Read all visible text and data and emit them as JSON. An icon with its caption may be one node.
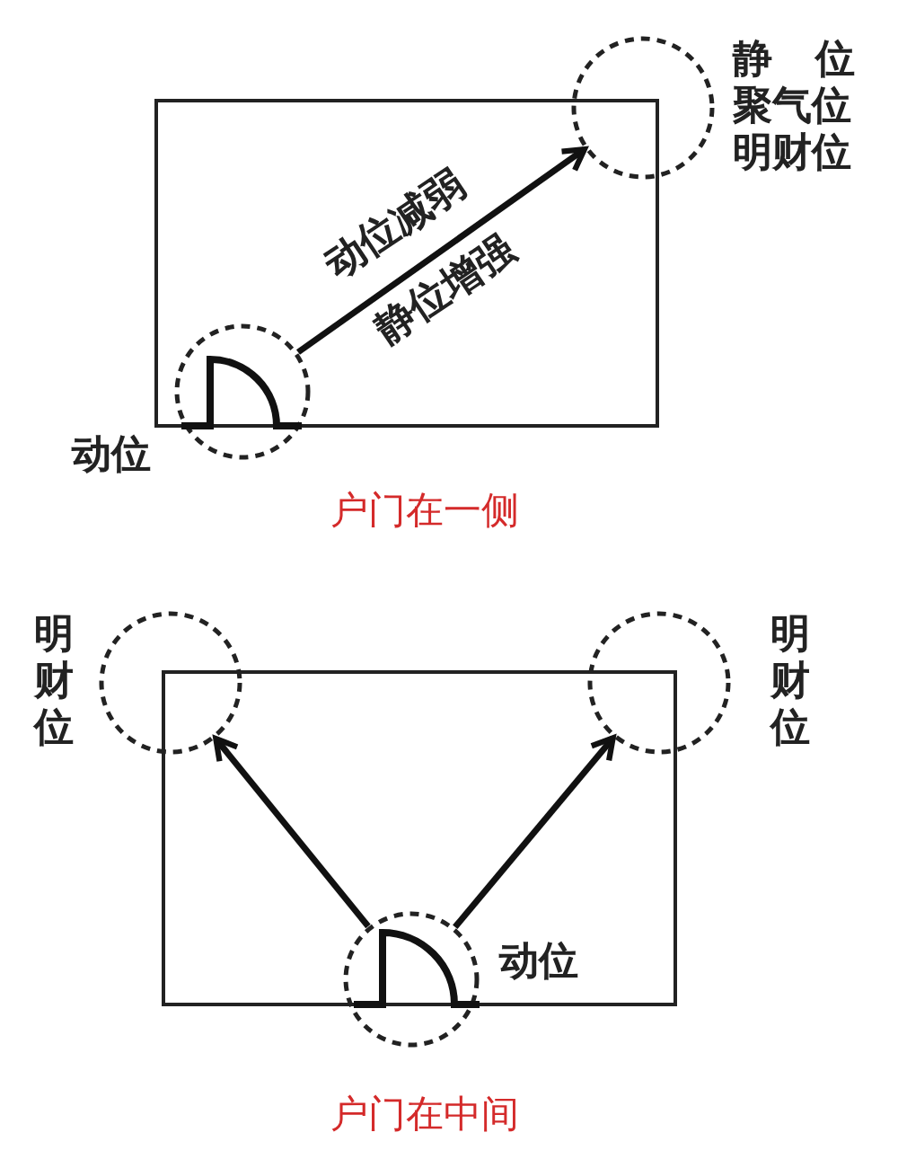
{
  "diagram": {
    "nodes": [
      {
        "text": [],
        "shape": "circle",
        "beside": [
          "动位"
        ]
      },
      {
        "text": [],
        "shape": "circle",
        "beside": [
          "静位",
          "聚气位",
          "明财位"
        ]
      },
      {
        "text": [],
        "shape": "circle",
        "beside": [
          "明财位"
        ]
      },
      {
        "text": [],
        "shape": "circle",
        "beside": [
          "明财位"
        ]
      },
      {
        "text": [],
        "shape": "circle",
        "beside": [
          "动位"
        ]
      }
    ],
    "edges": [
      {
        "from": 0,
        "to": 1,
        "arrow": "to",
        "label": "动位减弱"
      },
      {
        "from": 4,
        "to": 2,
        "arrow": "to"
      },
      {
        "from": 4,
        "to": 3,
        "arrow": "to"
      }
    ],
    "labels": [
      "静位增强",
      "户门在一侧",
      "户门在中间"
    ]
  }
}
